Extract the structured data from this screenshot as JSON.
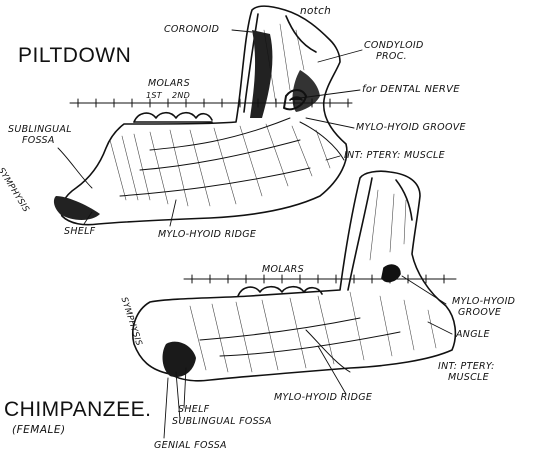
{
  "titles": {
    "piltdown": "PILTDOWN",
    "chimpanzee": "CHIMPANZEE.",
    "chimp_sex": "(FEMALE)"
  },
  "piltdown_labels": {
    "notch": "notch",
    "coronoid": "CORONOID",
    "condyloid_1": "CONDYLOID",
    "condyloid_2": "PROC.",
    "dental_nerve": "for DENTAL NERVE",
    "molars": "MOLARS",
    "molar_1": "1ST",
    "molar_2": "2ND",
    "sublingual_fossa_1": "SUBLINGUAL",
    "sublingual_fossa_2": "FOSSA",
    "mylo_hyoid_groove": "MYLO-HYOID GROOVE",
    "int_ptery_muscle": "INT: PTERY: MUSCLE",
    "symphysis": "SYMPHYSIS",
    "shelf": "SHELF",
    "mylo_hyoid_ridge": "MYLO-HYOID RIDGE"
  },
  "chimp_labels": {
    "molars": "MOLARS",
    "symphysis": "SYMPHYSIS",
    "mylo_hyoid_groove_1": "MYLO-HYOID",
    "mylo_hyoid_groove_2": "GROOVE",
    "angle": "ANGLE",
    "int_ptery_1": "INT: PTERY:",
    "int_ptery_2": "MUSCLE",
    "shelf": "SHELF",
    "sublingual_fossa": "SUBLINGUAL FOSSA",
    "mylo_hyoid_ridge": "MYLO-HYOID RIDGE",
    "genial_fossa": "GENIAL FOSSA"
  }
}
